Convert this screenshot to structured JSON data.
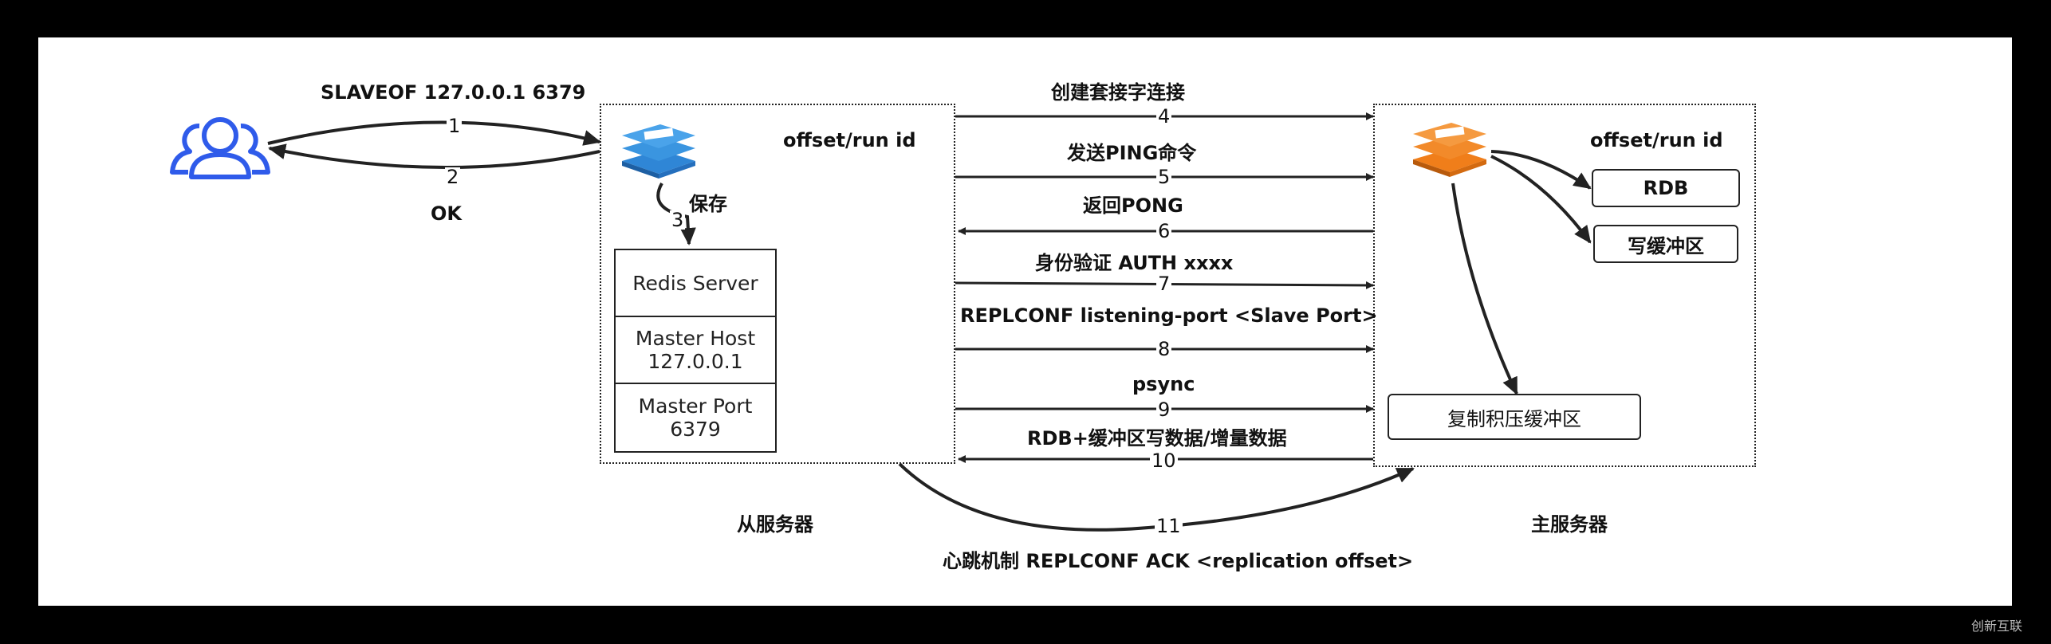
{
  "client": {
    "command_label": "SLAVEOF 127.0.0.1 6379",
    "reply_label": "OK",
    "step_1": "1",
    "step_2": "2"
  },
  "slave": {
    "offset_label": "offset/run id",
    "save_label": "保存",
    "step_3": "3",
    "caption": "从服务器",
    "storage": [
      {
        "line1": "Redis Server",
        "line2": ""
      },
      {
        "line1": "Master Host",
        "line2": "127.0.0.1"
      },
      {
        "line1": "Master Port",
        "line2": "6379"
      }
    ]
  },
  "master": {
    "offset_label": "offset/run id",
    "rdb_label": "RDB",
    "write_buffer_label": "写缓冲区",
    "backlog_label": "复制积压缓冲区",
    "caption": "主服务器"
  },
  "messages": [
    {
      "label": "创建套接字连接",
      "num": "4"
    },
    {
      "label": "发送PING命令",
      "num": "5"
    },
    {
      "label": "返回PONG",
      "num": "6"
    },
    {
      "label": "身份验证 AUTH xxxx",
      "num": "7"
    },
    {
      "label": "REPLCONF listening-port <Slave Port>",
      "num": "8"
    },
    {
      "label": "psync",
      "num": "9"
    },
    {
      "label": "RDB+缓冲区写数据/增量数据",
      "num": "10"
    }
  ],
  "heartbeat": {
    "num": "11",
    "label": "心跳机制 REPLCONF ACK <replication offset>"
  },
  "colors": {
    "client_icon": "#2f5bea",
    "slave_icon": "#2f86d6",
    "master_icon": "#f07e1a"
  },
  "watermark": "创新互联"
}
